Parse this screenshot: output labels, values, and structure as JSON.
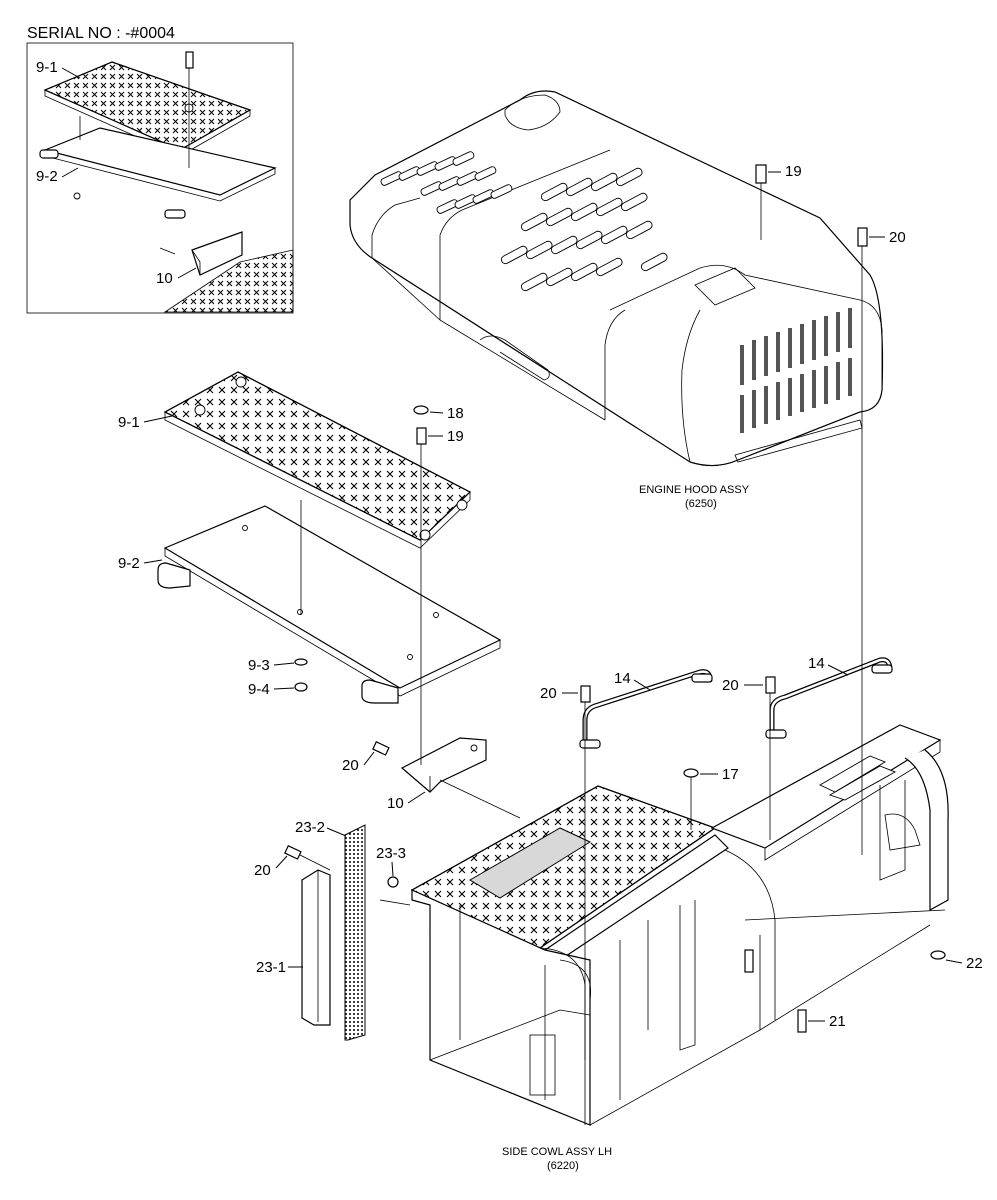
{
  "header": {
    "serial": "SERIAL NO : -#0004"
  },
  "assemblies": [
    {
      "name": "ENGINE HOOD ASSY",
      "code": "(6250)"
    },
    {
      "name": "SIDE COWL ASSY LH",
      "code": "(6220)"
    }
  ],
  "inset_labels": [
    "9-1",
    "9-2",
    "10"
  ],
  "callouts": {
    "c9_1": "9-1",
    "c9_2": "9-2",
    "c9_3": "9-3",
    "c9_4": "9-4",
    "c10": "10",
    "c14a": "14",
    "c14b": "14",
    "c17": "17",
    "c18": "18",
    "c19a": "19",
    "c19b": "19",
    "c20a": "20",
    "c20b": "20",
    "c20c": "20",
    "c20d": "20",
    "c20e": "20",
    "c21": "21",
    "c22": "22",
    "c23_1": "23-1",
    "c23_2": "23-2",
    "c23_3": "23-3"
  }
}
